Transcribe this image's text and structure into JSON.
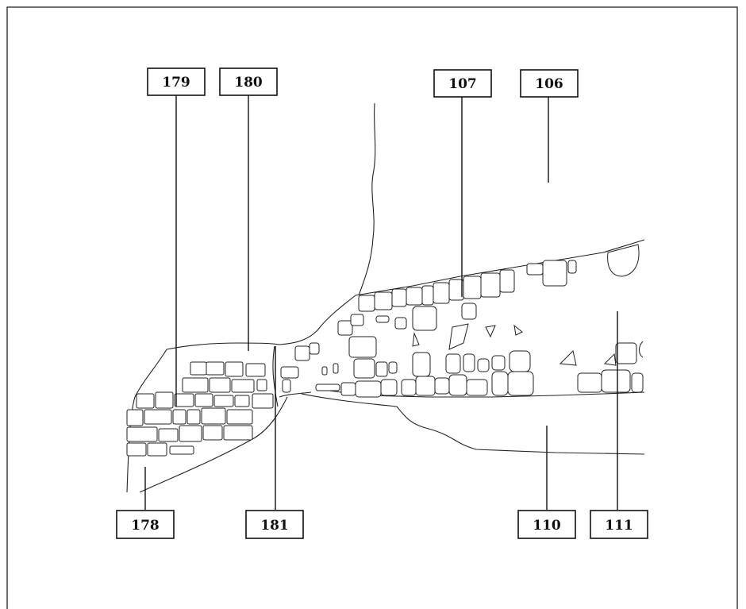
{
  "colors": {
    "ink": "#111111",
    "paper": "#ffffff"
  },
  "labels": [
    {
      "id": "179",
      "text": "179"
    },
    {
      "id": "180",
      "text": "180"
    },
    {
      "id": "107",
      "text": "107"
    },
    {
      "id": "106",
      "text": "106"
    },
    {
      "id": "178",
      "text": "178"
    },
    {
      "id": "181",
      "text": "181"
    },
    {
      "id": "110",
      "text": "110"
    },
    {
      "id": "111",
      "text": "111"
    }
  ]
}
